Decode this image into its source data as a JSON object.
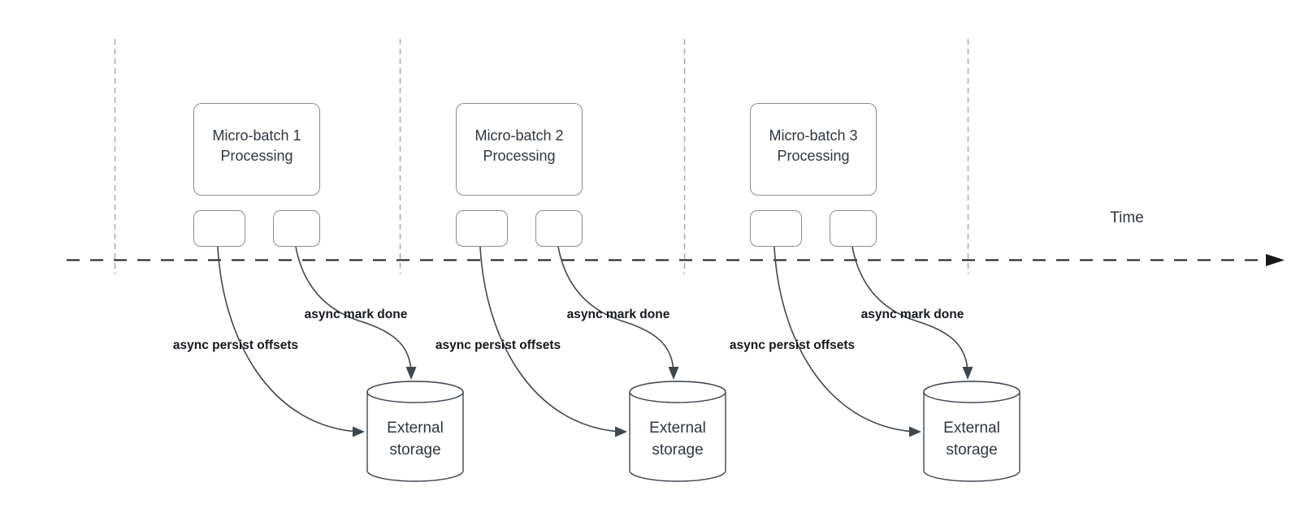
{
  "colors": {
    "connector": "#3f4650",
    "shape_border": "#888d94",
    "divider": "#a8abb0",
    "timeline": "#17181a",
    "text": "#2f3640",
    "label_text": "#15181c"
  },
  "timeline": {
    "label": "Time"
  },
  "groups": [
    {
      "process_label": "Micro-batch 1 Processing",
      "persist_label": "async persist offsets",
      "mark_done_label": "async mark done",
      "storage_label": "External storage"
    },
    {
      "process_label": "Micro-batch 2 Processing",
      "persist_label": "async persist offsets",
      "mark_done_label": "async mark done",
      "storage_label": "External storage"
    },
    {
      "process_label": "Micro-batch 3 Processing",
      "persist_label": "async persist offsets",
      "mark_done_label": "async mark done",
      "storage_label": "External storage"
    }
  ]
}
